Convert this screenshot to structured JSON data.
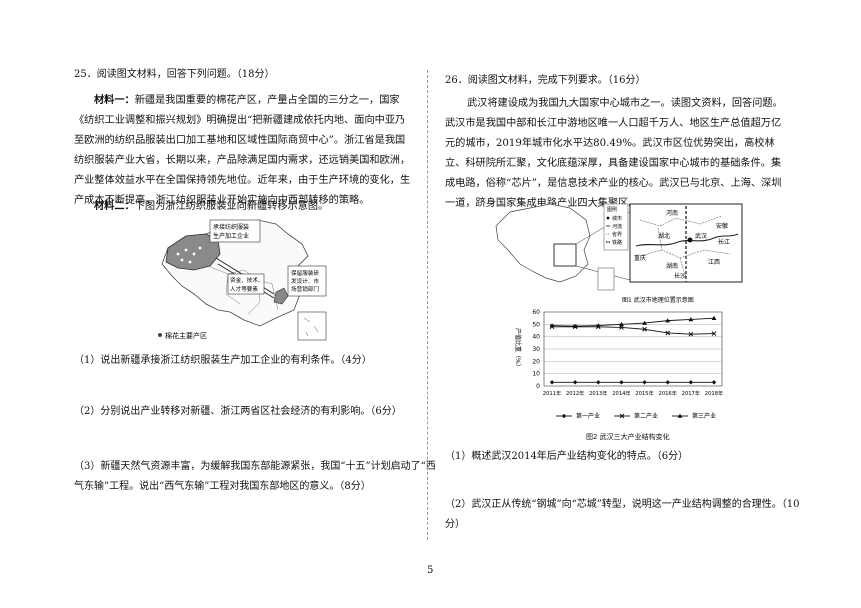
{
  "page_number": "5",
  "q25": {
    "title": "25．阅读图文材料，回答下列问题。（18分）",
    "m1_label": "材料一：",
    "m1_text": "新疆是我国重要的棉花产区，产量占全国的三分之一，国家《纺织工业调整和振兴规划》明确提出“把新疆建成依托内地、面向中亚乃至欧洲的纺织品服装出口加工基地和区域性国际商贸中心”。浙江省是我国纺织服装产业大省，长期以来，产品除满足国内需求，还远销美国和欧洲，产业整体效益水平在全国保持领先地位。近年来，由于生产环境的变化，生产成本不断提高，浙江纺织服装业开始实施向中西部转移的策略。",
    "m2_label": "材料二：",
    "m2_text": "下图为浙江纺织服装业向新疆转移示意图。",
    "map": {
      "box1": [
        "承接纺织服装",
        "生产加工企业"
      ],
      "box2": [
        "资金、技术、",
        "人才等要素"
      ],
      "box3": [
        "保留服装研",
        "发设计、市",
        "场营销部门"
      ],
      "legend": "棉花主要产区"
    },
    "sub1": "（1）说出新疆承接浙江纺织服装生产加工企业的有利条件。（4分）",
    "sub2": "（2）分别说出产业转移对新疆、浙江两省区社会经济的有利影响。（6分）",
    "sub3a": "（3）新疆天然气资源丰富，为缓解我国东部能源紧张，我国“十五”计划启动了“西",
    "sub3b": "气东输”工程。说出“西气东输”工程对我国东部地区的意义。（8分）"
  },
  "q26": {
    "title": "26．阅读图文材料，完成下列要求。（16分）",
    "intro": "武汉将建设成为我国九大国家中心城市之一。读图文资料，回答问题。武汉市是我国中部和长江中游地区唯一人口超千万人、地区生产总值超万亿元的城市，2019年城市化水平达80.49%。武汉市区位优势突出，高校林立、科研院所汇聚，文化底蕴深厚，具备建设国家中心城市的基础条件。集成电路，俗称“芯片”，是信息技术产业的核心。武汉已与北京、上海、深圳一道，跻身国家集成电路产业四大集聚区。",
    "fig1": {
      "caption": "图1  武汉市地理位置示意图",
      "legend": [
        "图例",
        "城市",
        "河流",
        "省界",
        "铁路"
      ],
      "places": [
        "河南",
        "湖北",
        "安徽",
        "武汉",
        "长江",
        "重庆",
        "湖南",
        "江西",
        "长沙"
      ]
    },
    "fig2_caption": "图2  武汉三大产业结构变化",
    "sub1": "（1）概述武汉2014年后产业结构变化的特点。（6分）",
    "sub2a": "（2）武汉正从传统“钢城”向“芯城”转型，说明这一产业结构调整的合理性。（10",
    "sub2b": "分）"
  },
  "chart_data": {
    "type": "line",
    "ylabel": "产值比重（%）",
    "categories": [
      "2011年",
      "2012年",
      "2013年",
      "2014年",
      "2015年",
      "2016年",
      "2017年",
      "2018年"
    ],
    "ylim": [
      0,
      60
    ],
    "yticks": [
      0,
      10,
      20,
      30,
      40,
      50,
      60
    ],
    "series": [
      {
        "name": "第一产业",
        "marker": "diamond",
        "values": [
          3,
          3,
          3,
          3,
          3,
          3,
          3,
          3
        ]
      },
      {
        "name": "第二产业",
        "marker": "x",
        "values": [
          48,
          48,
          48,
          47.5,
          46,
          43,
          42,
          42.5
        ]
      },
      {
        "name": "第三产业",
        "marker": "triangle",
        "values": [
          49,
          48.5,
          49,
          50,
          51,
          53,
          54,
          55
        ]
      }
    ],
    "grid": true,
    "legend_position": "bottom"
  }
}
